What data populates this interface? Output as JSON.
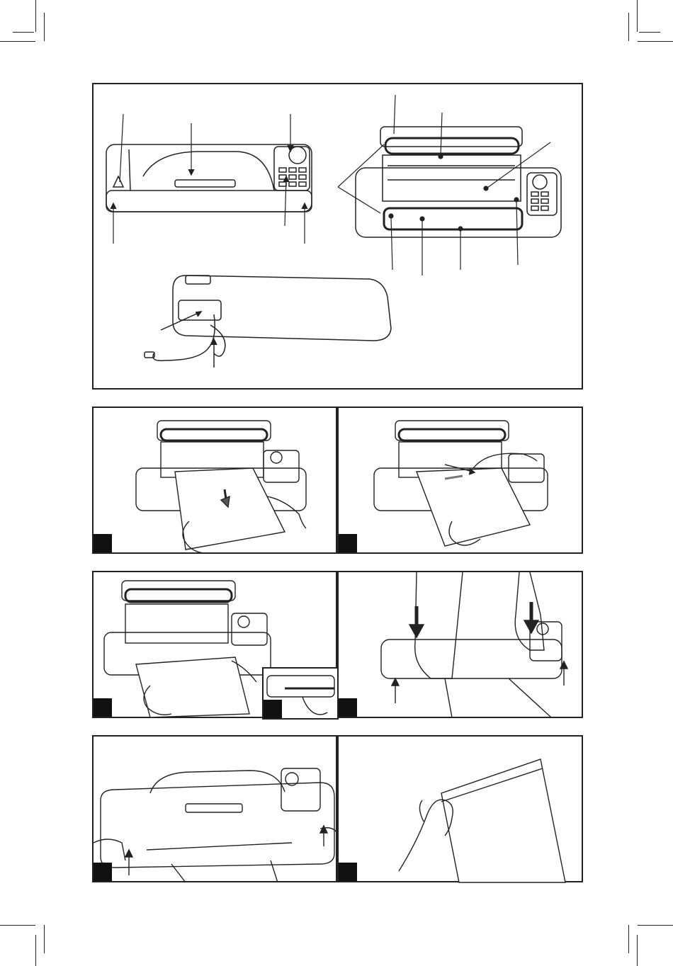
{
  "document": {
    "kind": "instruction-manual-figure-page",
    "panels": [
      {
        "id": "overview",
        "content": "appliance-parts-diagram"
      },
      {
        "id": "step-1",
        "content": "insert-bag-into-chamber"
      },
      {
        "id": "step-2",
        "content": "position-bag-open-end"
      },
      {
        "id": "step-3",
        "content": "smooth-bag-with-inset"
      },
      {
        "id": "step-4",
        "content": "press-lid-down"
      },
      {
        "id": "step-5",
        "content": "release-lid-buttons"
      },
      {
        "id": "step-6",
        "content": "sealed-bag"
      }
    ]
  },
  "colors": {
    "ink": "#222222",
    "tag": "#111111",
    "paper": "#ffffff"
  }
}
